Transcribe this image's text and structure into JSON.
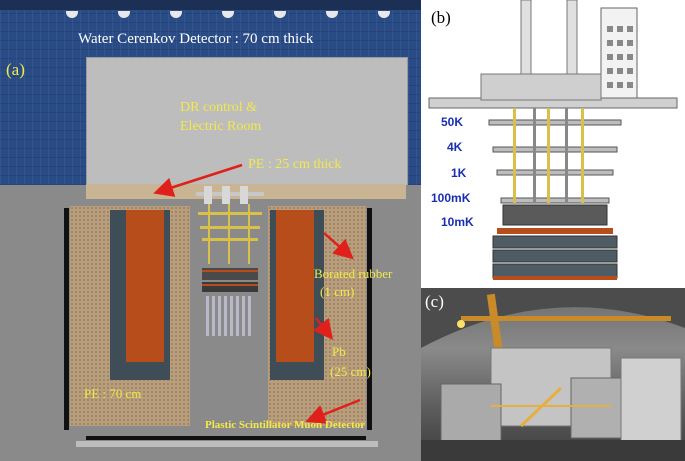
{
  "panel_a": {
    "label": "(a)",
    "title": "Water Cerenkov Detector : 70 cm thick",
    "room_label_1": "DR control &",
    "room_label_2": "Electric Room",
    "pe_top": "PE : 25 cm thick",
    "borated_1": "Borated rubber",
    "borated_2": "(1 cm)",
    "pb_1": "Pb",
    "pb_2": "(25 cm)",
    "pe_side": "PE : 70 cm",
    "muon": "Plastic Scintillator Muon Detector",
    "colors": {
      "wall": "#2a4c86",
      "lead": "#b84d1c",
      "annotation": "#f2e94a",
      "arrow": "#e0201a"
    }
  },
  "panel_b": {
    "label": "(b)",
    "stages": [
      "50K",
      "4K",
      "1K",
      "100mK",
      "10mK"
    ],
    "colors": {
      "stage_label": "#1a2fb0"
    }
  },
  "panel_c": {
    "label": "(c)"
  }
}
